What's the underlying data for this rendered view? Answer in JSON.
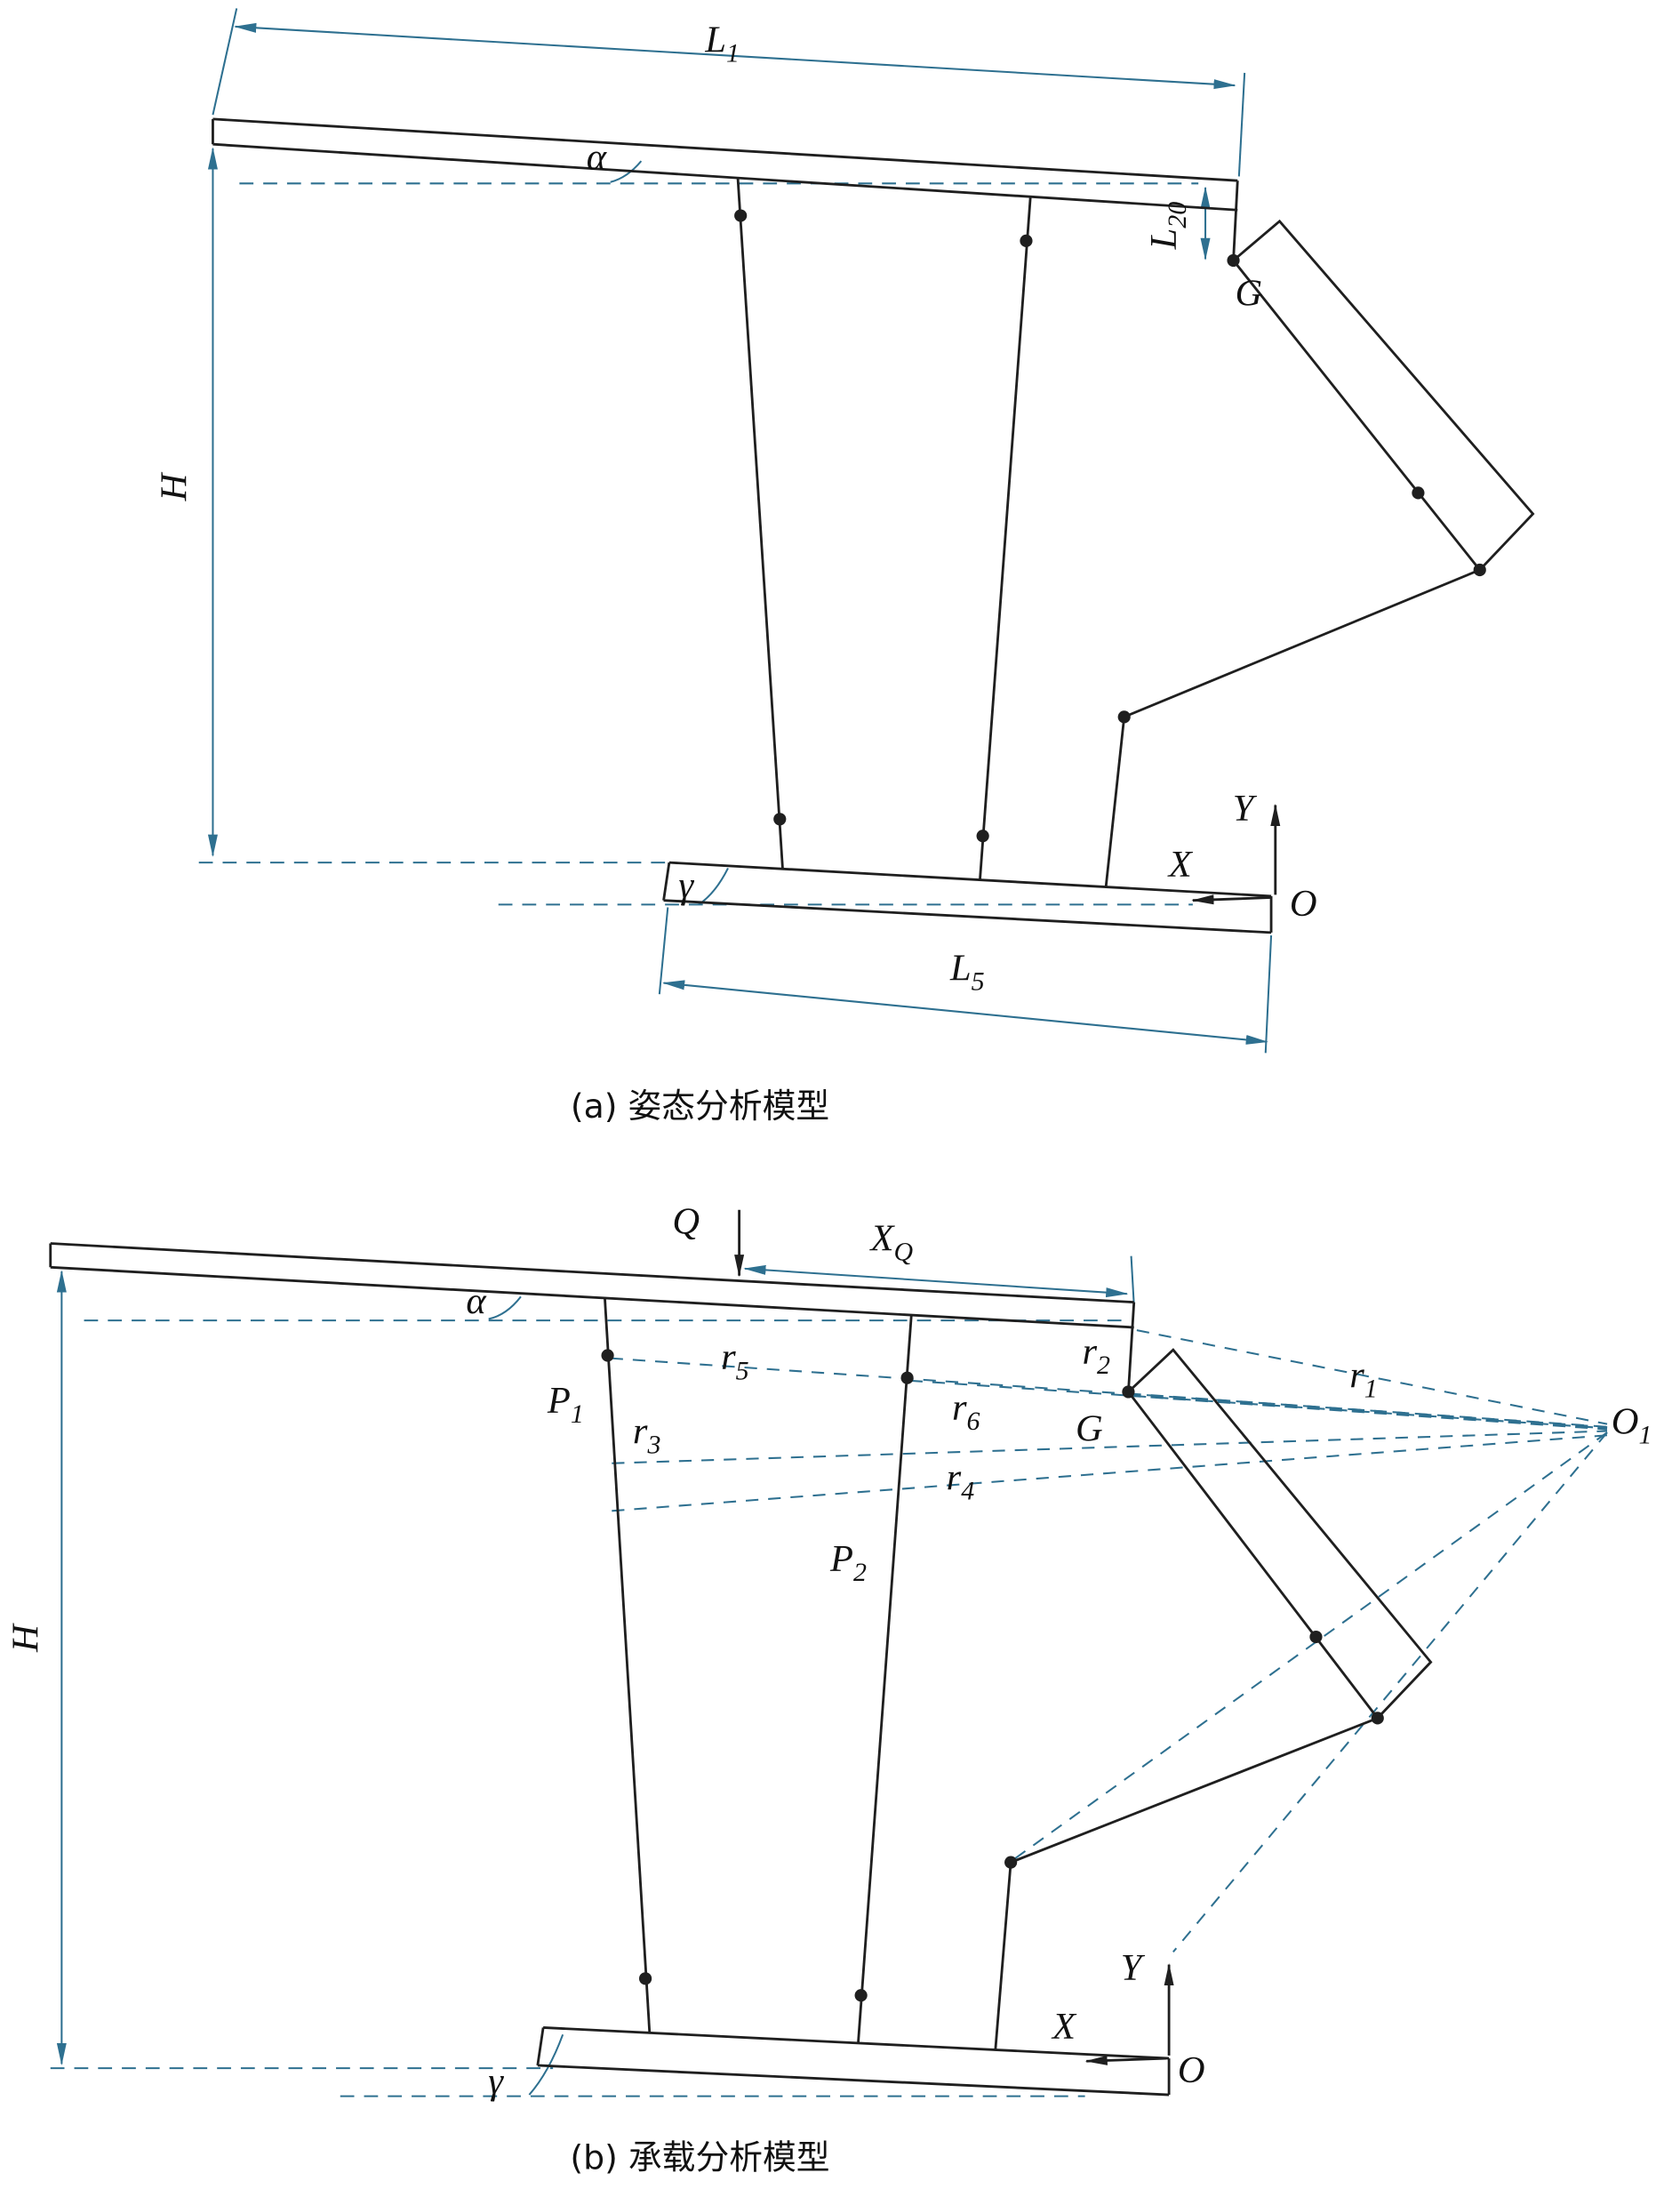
{
  "colors": {
    "structure": "#1f1f1f",
    "dimension": "#2e7090",
    "label": "#111111",
    "background": "#ffffff"
  },
  "figure_a": {
    "caption": "(a) 姿态分析模型",
    "labels": {
      "L1": {
        "base": "L",
        "sub": "1"
      },
      "H": "H",
      "L20": {
        "base": "L",
        "sub": "20"
      },
      "L5": {
        "base": "L",
        "sub": "5"
      },
      "alpha": "α",
      "gamma": "γ",
      "G": "G",
      "X": "X",
      "Y": "Y",
      "O": "O"
    }
  },
  "figure_b": {
    "caption": "(b) 承载分析模型",
    "labels": {
      "Q": "Q",
      "XQ": {
        "base": "X",
        "sub": "Q"
      },
      "H": "H",
      "alpha": "α",
      "gamma": "γ",
      "G": "G",
      "X": "X",
      "Y": "Y",
      "O": "O",
      "O1": {
        "base": "O",
        "sub": "1"
      },
      "P1": {
        "base": "P",
        "sub": "1"
      },
      "P2": {
        "base": "P",
        "sub": "2"
      },
      "r1": {
        "base": "r",
        "sub": "1"
      },
      "r2": {
        "base": "r",
        "sub": "2"
      },
      "r3": {
        "base": "r",
        "sub": "3"
      },
      "r4": {
        "base": "r",
        "sub": "4"
      },
      "r5": {
        "base": "r",
        "sub": "5"
      },
      "r6": {
        "base": "r",
        "sub": "6"
      }
    }
  }
}
